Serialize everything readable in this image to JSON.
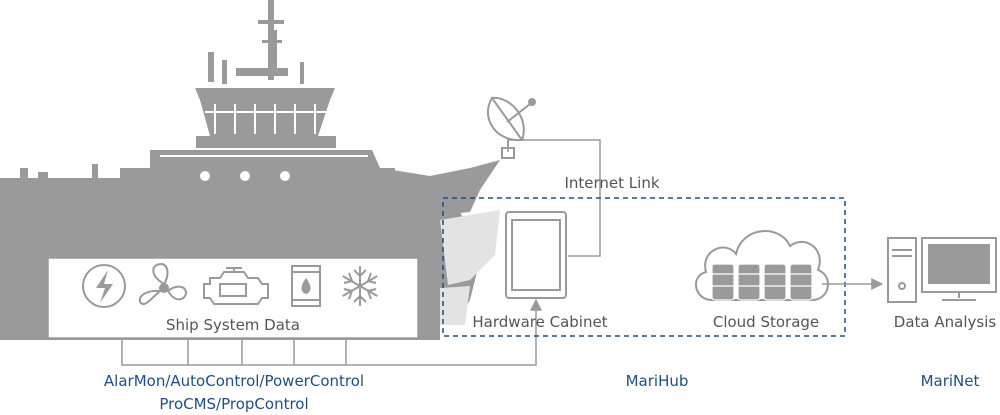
{
  "labels": {
    "ship_system_data": "Ship System Data",
    "internet_link": "Internet Link",
    "hardware_cabinet": "Hardware Cabinet",
    "cloud_storage": "Cloud Storage",
    "data_analysis": "Data Analysis"
  },
  "products": {
    "ship_line1": "AlarMon/AutoControl/PowerControl",
    "ship_line2": "ProCMS/PropControl",
    "marihub": "MariHub",
    "marinet": "MariNet"
  },
  "colors": {
    "ship": "#9a9a9a",
    "line": "#9a9a9a",
    "label": "#555555",
    "product": "#1f4e86",
    "dashed_border": "#1f4e86"
  },
  "icons": [
    "lightning-icon",
    "propeller-icon",
    "engine-icon",
    "fuel-tank-icon",
    "snowflake-icon"
  ]
}
